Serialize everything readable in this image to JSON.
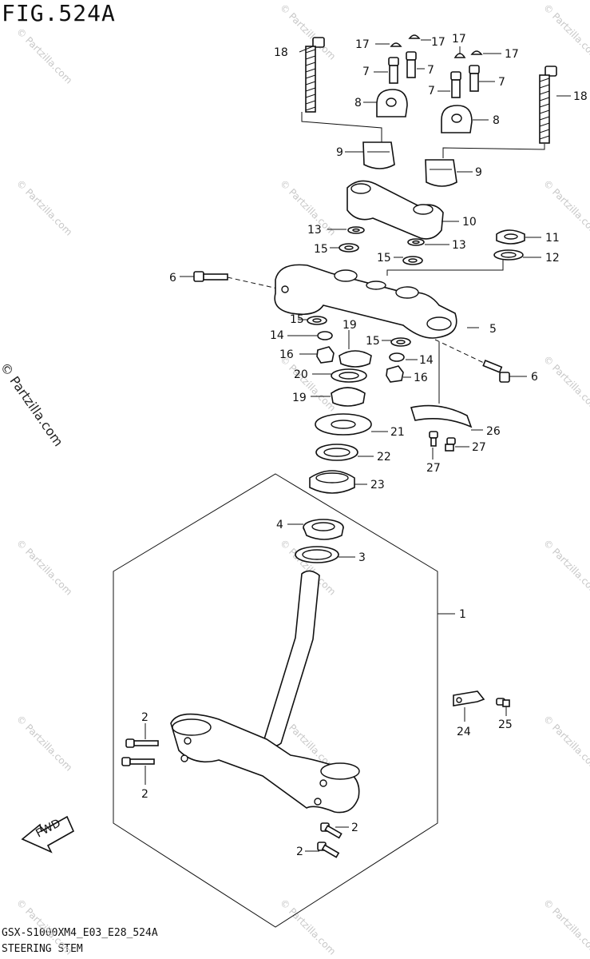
{
  "figure": {
    "title": "FIG.524A",
    "code": "GSX-S1000XM4_E03_E28_524A",
    "name": "STEERING STEM",
    "side_watermark": "© Partzilla.com",
    "watermark": "© Partzilla.com",
    "fwd_label": "FWD"
  },
  "callouts": [
    {
      "id": "c18a",
      "label": "18"
    },
    {
      "id": "c18b",
      "label": "18"
    },
    {
      "id": "c17a",
      "label": "17"
    },
    {
      "id": "c17b",
      "label": "17"
    },
    {
      "id": "c17c",
      "label": "17"
    },
    {
      "id": "c17d",
      "label": "17"
    },
    {
      "id": "c7a",
      "label": "7"
    },
    {
      "id": "c7b",
      "label": "7"
    },
    {
      "id": "c7c",
      "label": "7"
    },
    {
      "id": "c7d",
      "label": "7"
    },
    {
      "id": "c8a",
      "label": "8"
    },
    {
      "id": "c8b",
      "label": "8"
    },
    {
      "id": "c9a",
      "label": "9"
    },
    {
      "id": "c9b",
      "label": "9"
    },
    {
      "id": "c10",
      "label": "10"
    },
    {
      "id": "c11",
      "label": "11"
    },
    {
      "id": "c12",
      "label": "12"
    },
    {
      "id": "c13a",
      "label": "13"
    },
    {
      "id": "c13b",
      "label": "13"
    },
    {
      "id": "c15a",
      "label": "15"
    },
    {
      "id": "c15b",
      "label": "15"
    },
    {
      "id": "c15c",
      "label": "15"
    },
    {
      "id": "c15d",
      "label": "15"
    },
    {
      "id": "c6a",
      "label": "6"
    },
    {
      "id": "c6b",
      "label": "6"
    },
    {
      "id": "c5",
      "label": "5"
    },
    {
      "id": "c14a",
      "label": "14"
    },
    {
      "id": "c14b",
      "label": "14"
    },
    {
      "id": "c19a",
      "label": "19"
    },
    {
      "id": "c19b",
      "label": "19"
    },
    {
      "id": "c16a",
      "label": "16"
    },
    {
      "id": "c16b",
      "label": "16"
    },
    {
      "id": "c20",
      "label": "20"
    },
    {
      "id": "c21",
      "label": "21"
    },
    {
      "id": "c22",
      "label": "22"
    },
    {
      "id": "c23",
      "label": "23"
    },
    {
      "id": "c26",
      "label": "26"
    },
    {
      "id": "c27a",
      "label": "27"
    },
    {
      "id": "c27b",
      "label": "27"
    },
    {
      "id": "c4",
      "label": "4"
    },
    {
      "id": "c3",
      "label": "3"
    },
    {
      "id": "c1",
      "label": "1"
    },
    {
      "id": "c24",
      "label": "24"
    },
    {
      "id": "c25",
      "label": "25"
    },
    {
      "id": "c2a",
      "label": "2"
    },
    {
      "id": "c2b",
      "label": "2"
    },
    {
      "id": "c2c",
      "label": "2"
    },
    {
      "id": "c2d",
      "label": "2"
    }
  ]
}
